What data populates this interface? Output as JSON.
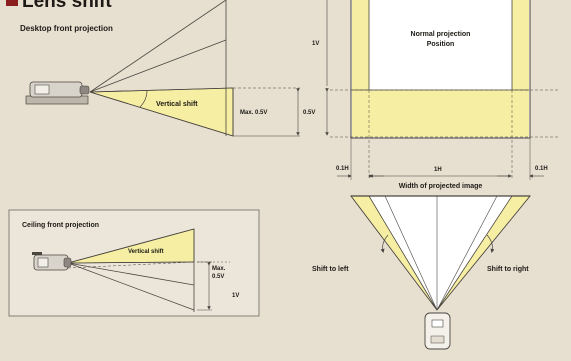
{
  "title": "Lens shift",
  "colors": {
    "background": "#e7dfd0",
    "highlight": "#f6eea2",
    "screen": "#ffffff",
    "line": "#4a4640",
    "title_marker": "#8a1e1e"
  },
  "desktop": {
    "label": "Desktop front projection",
    "shift_label": "Vertical shift",
    "max_label": "Max. 0.5V",
    "shift_amount": "0.5V"
  },
  "screen": {
    "height_label": "1V",
    "position_label_line1": "Normal projection",
    "position_label_line2": "Position",
    "left_margin": "0.1H",
    "width_label": "1H",
    "right_margin": "0.1H",
    "width_caption": "Width of projected image"
  },
  "ceiling": {
    "label": "Ceiling front projection",
    "shift_label": "Vertical shift",
    "max_line1": "Max.",
    "max_line2": "0.5V",
    "height_label": "1V"
  },
  "horizontal": {
    "left_label": "Shift to left",
    "right_label": "Shift to right"
  }
}
